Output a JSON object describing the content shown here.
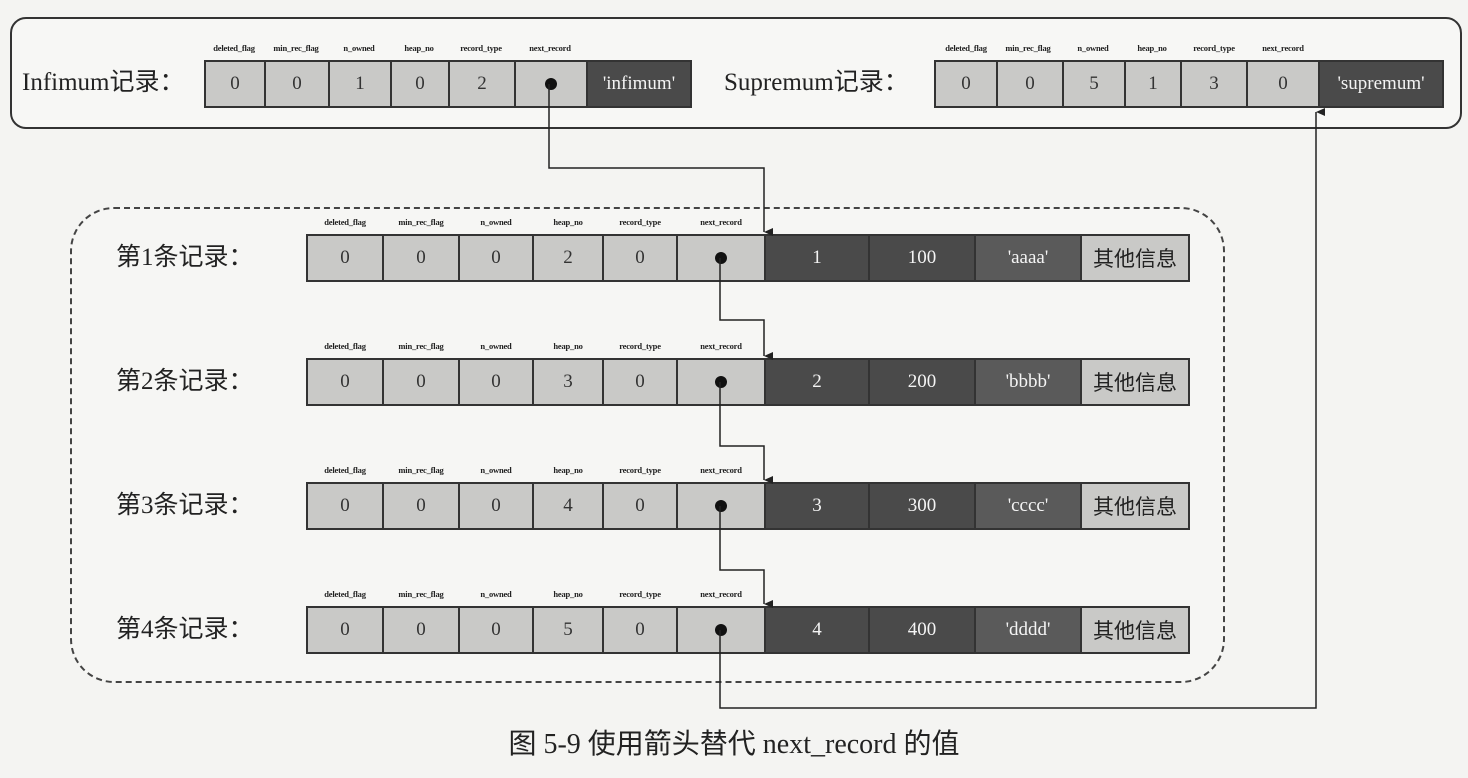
{
  "infimum": {
    "label": "Infimum记录：",
    "headers": [
      "deleted_flag",
      "min_rec_flag",
      "n_owned",
      "heap_no",
      "record_type",
      "next_record"
    ],
    "values": [
      "0",
      "0",
      "1",
      "0",
      "2"
    ],
    "content": "'infimum'"
  },
  "supremum": {
    "label": "Supremum记录：",
    "headers": [
      "deleted_flag",
      "min_rec_flag",
      "n_owned",
      "heap_no",
      "record_type",
      "next_record"
    ],
    "values": [
      "0",
      "0",
      "5",
      "1",
      "3",
      "0"
    ],
    "content": "'supremum'"
  },
  "record_headers": [
    "deleted_flag",
    "min_rec_flag",
    "n_owned",
    "heap_no",
    "record_type",
    "next_record"
  ],
  "records": [
    {
      "label": "第1条记录：",
      "values": [
        "0",
        "0",
        "0",
        "2",
        "0"
      ],
      "data": [
        "1",
        "100",
        "'aaaa'"
      ],
      "other": "其他信息"
    },
    {
      "label": "第2条记录：",
      "values": [
        "0",
        "0",
        "0",
        "3",
        "0"
      ],
      "data": [
        "2",
        "200",
        "'bbbb'"
      ],
      "other": "其他信息"
    },
    {
      "label": "第3条记录：",
      "values": [
        "0",
        "0",
        "0",
        "4",
        "0"
      ],
      "data": [
        "3",
        "300",
        "'cccc'"
      ],
      "other": "其他信息"
    },
    {
      "label": "第4条记录：",
      "values": [
        "0",
        "0",
        "0",
        "5",
        "0"
      ],
      "data": [
        "4",
        "400",
        "'dddd'"
      ],
      "other": "其他信息"
    }
  ],
  "caption": "图 5-9   使用箭头替代 next_record 的值"
}
